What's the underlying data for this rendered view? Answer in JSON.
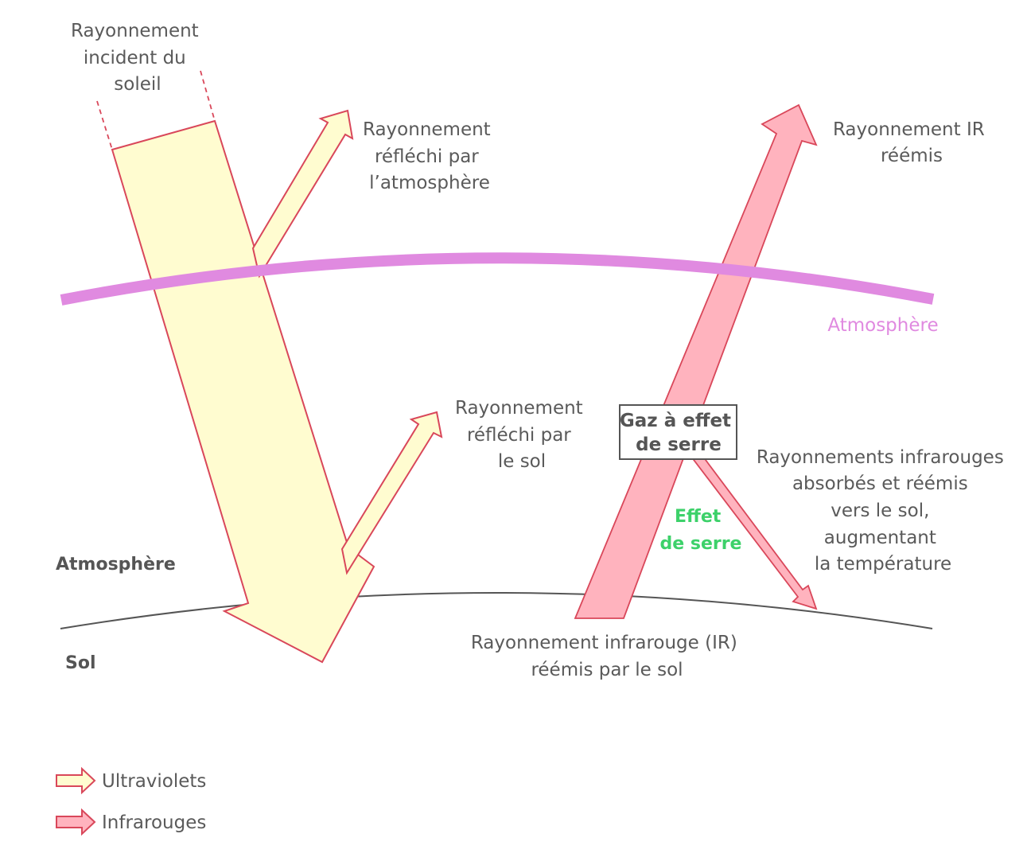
{
  "colors": {
    "uv_fill": "#fffcd0",
    "ir_fill": "#ffb3be",
    "arrow_stroke": "#d9475a",
    "atmosphere": "#e08ae0",
    "ground": "#555555",
    "text": "#5a5a5a",
    "greenhouse_effect": "#3dd16a"
  },
  "labels": {
    "incident": [
      "Rayonnement",
      "incident du",
      "soleil"
    ],
    "reflected_atmosphere": [
      "Rayonnement",
      "réfléchi par",
      "l’atmosphère"
    ],
    "reflected_ground": [
      "Rayonnement",
      "réfléchi par",
      "le sol"
    ],
    "ir_reemitted": [
      "Rayonnement IR",
      "réémis"
    ],
    "atmosphere_curve": "Atmosphère",
    "gas_box": [
      "Gaz à effet",
      "de serre"
    ],
    "absorbed": [
      "Rayonnements infrarouges",
      "absorbés et réémis",
      "vers le sol,",
      "augmentant",
      "la température"
    ],
    "greenhouse_effect": [
      "Effet",
      "de serre"
    ],
    "ir_ground": [
      "Rayonnement infrarouge (IR)",
      "réémis par le sol"
    ],
    "side_atmosphere": "Atmosphère",
    "side_ground": "Sol"
  },
  "legend": [
    {
      "label": "Ultraviolets",
      "icon": "uv-arrow-icon"
    },
    {
      "label": "Infrarouges",
      "icon": "ir-arrow-icon"
    }
  ]
}
